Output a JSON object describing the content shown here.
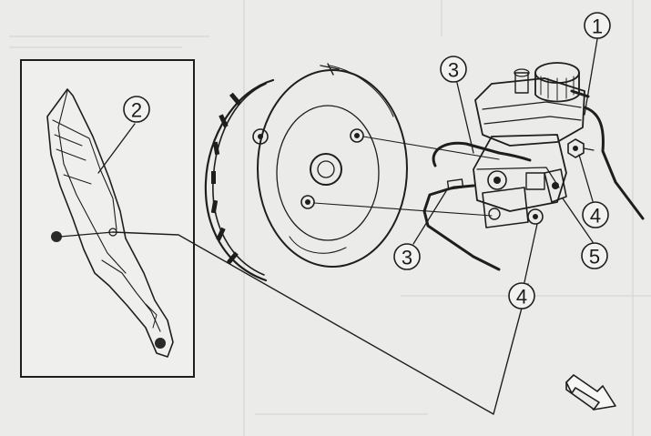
{
  "diagram": {
    "callouts": [
      {
        "id": "c1",
        "label": "1"
      },
      {
        "id": "c2",
        "label": "2"
      },
      {
        "id": "c3a",
        "label": "3"
      },
      {
        "id": "c3b",
        "label": "3"
      },
      {
        "id": "c4a",
        "label": "4"
      },
      {
        "id": "c4b",
        "label": "4"
      },
      {
        "id": "c5",
        "label": "5"
      }
    ],
    "icons": [
      "front-direction-arrow-icon"
    ],
    "colors": {
      "paper": "#ebebea",
      "ink": "#1e1e1e"
    }
  }
}
